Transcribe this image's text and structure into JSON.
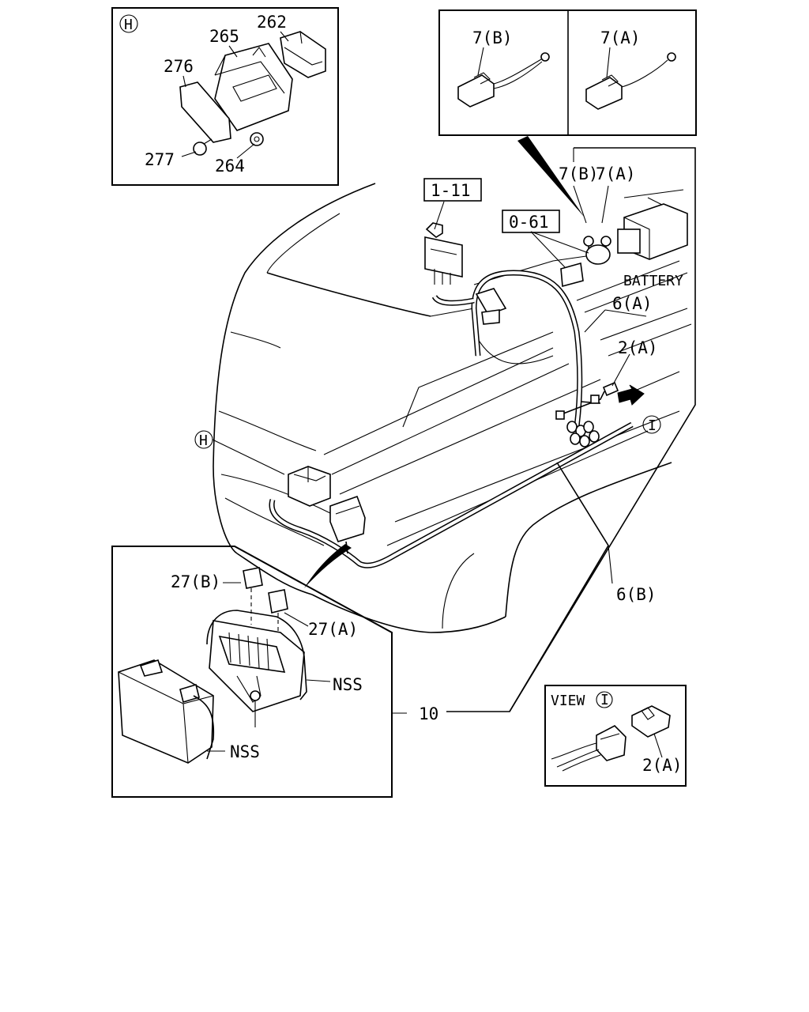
{
  "labels": {
    "circle_h_top": "H",
    "p262": "262",
    "p265": "265",
    "p276": "276",
    "p277": "277",
    "p264": "264",
    "p7b_top": "7(B)",
    "p7a_top": "7(A)",
    "p7b": "7(B)",
    "p7a": "7(A)",
    "ref_1_11": "1-11",
    "ref_0_61": "0-61",
    "battery": "BATTERY",
    "p6a": "6(A)",
    "p2a": "2(A)",
    "circle_i": "I",
    "circle_h_mid": "H",
    "p27b": "27(B)",
    "p27a": "27(A)",
    "nss_1": "NSS",
    "nss_2": "NSS",
    "p6b": "6(B)",
    "p10": "10",
    "view": "VIEW",
    "view_circle": "I",
    "view_p2a": "2(A)"
  }
}
